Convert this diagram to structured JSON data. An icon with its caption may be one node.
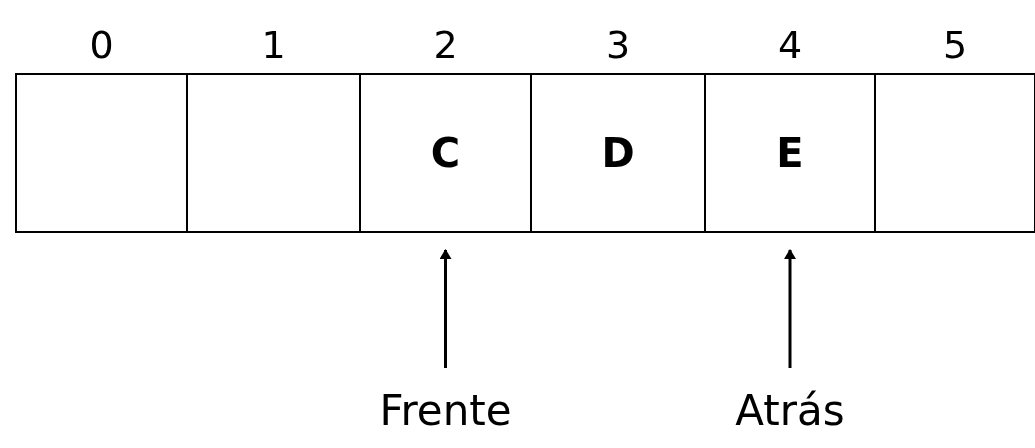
{
  "diagram": {
    "nodes": [
      {
        "text": [],
        "shape": "box",
        "beside": [
          "0"
        ]
      },
      {
        "text": [],
        "shape": "box",
        "beside": [
          "1"
        ]
      },
      {
        "text": [
          "C"
        ],
        "beside": [
          "2"
        ]
      },
      {
        "text": [
          "D"
        ],
        "beside": [
          "3"
        ]
      },
      {
        "text": [
          "E"
        ],
        "beside": [
          "4"
        ]
      },
      {
        "text": [],
        "shape": "box",
        "beside": [
          "5"
        ]
      },
      {
        "text": [
          "Frente"
        ]
      },
      {
        "text": [
          "Atrás"
        ]
      }
    ],
    "edges": [
      {
        "from": 6,
        "to": 2,
        "arrow": "to"
      },
      {
        "from": 7,
        "to": 4,
        "arrow": "to"
      }
    ]
  }
}
